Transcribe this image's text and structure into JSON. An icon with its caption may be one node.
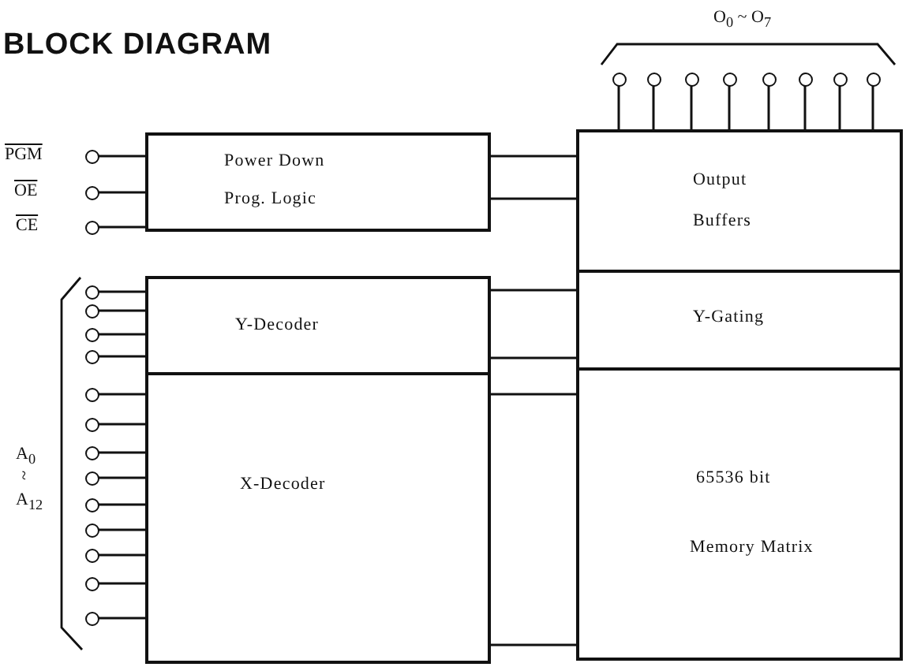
{
  "diagram": {
    "title": "BLOCK DIAGRAM",
    "nodes": [
      {
        "text": [
          "Power Down",
          "Prog. Logic"
        ]
      },
      {
        "text": [
          "Output",
          "Buffers"
        ]
      },
      {
        "text": [
          "Y-Decoder"
        ]
      },
      {
        "text": [
          "Y-Gating"
        ]
      },
      {
        "text": [
          "X-Decoder"
        ]
      },
      {
        "text": [
          "65536 bit",
          "Memory Matrix"
        ]
      },
      {
        "text": [],
        "shape": "circle"
      },
      {
        "text": [],
        "shape": "circle"
      },
      {
        "text": [],
        "shape": "circle"
      },
      {
        "text": [],
        "shape": "circle"
      },
      {
        "text": [],
        "shape": "circle"
      },
      {
        "text": [],
        "shape": "circle"
      },
      {
        "text": [],
        "shape": "circle"
      },
      {
        "text": [],
        "shape": "circle"
      },
      {
        "text": [],
        "shape": "circle"
      },
      {
        "text": [],
        "shape": "circle"
      },
      {
        "text": [],
        "shape": "circle"
      },
      {
        "text": [],
        "shape": "circle"
      },
      {
        "text": [],
        "shape": "circle"
      },
      {
        "text": [],
        "shape": "circle"
      },
      {
        "text": [],
        "shape": "circle"
      },
      {
        "text": [],
        "shape": "circle"
      },
      {
        "text": [],
        "shape": "circle"
      },
      {
        "text": [],
        "shape": "circle"
      },
      {
        "text": [],
        "shape": "circle"
      },
      {
        "text": [],
        "shape": "circle"
      },
      {
        "text": [],
        "shape": "circle"
      },
      {
        "text": [],
        "shape": "circle"
      },
      {
        "text": [],
        "shape": "circle"
      },
      {
        "text": [],
        "shape": "circle"
      }
    ],
    "edges": [
      {
        "from": 0,
        "to": 1,
        "arrow": "none"
      },
      {
        "from": 0,
        "to": 1,
        "arrow": "none"
      },
      {
        "from": 2,
        "to": 3,
        "arrow": "none"
      },
      {
        "from": 2,
        "to": 3,
        "arrow": "none"
      },
      {
        "from": 4,
        "to": 5,
        "arrow": "none"
      },
      {
        "from": 4,
        "to": 5,
        "arrow": "none"
      },
      {
        "from": 6,
        "to": 1,
        "arrow": "none"
      },
      {
        "from": 7,
        "to": 1,
        "arrow": "none"
      },
      {
        "from": 8,
        "to": 1,
        "arrow": "none"
      },
      {
        "from": 9,
        "to": 1,
        "arrow": "none"
      },
      {
        "from": 10,
        "to": 1,
        "arrow": "none"
      },
      {
        "from": 11,
        "to": 1,
        "arrow": "none"
      },
      {
        "from": 12,
        "to": 1,
        "arrow": "none"
      },
      {
        "from": 13,
        "to": 1,
        "arrow": "none"
      },
      {
        "from": 14,
        "to": 0,
        "arrow": "none"
      },
      {
        "from": 15,
        "to": 0,
        "arrow": "none"
      },
      {
        "from": 16,
        "to": 0,
        "arrow": "none"
      },
      {
        "from": 17,
        "to": 2,
        "arrow": "none"
      },
      {
        "from": 18,
        "to": 2,
        "arrow": "none"
      },
      {
        "from": 19,
        "to": 2,
        "arrow": "none"
      },
      {
        "from": 20,
        "to": 2,
        "arrow": "none"
      },
      {
        "from": 21,
        "to": 4,
        "arrow": "none"
      },
      {
        "from": 22,
        "to": 4,
        "arrow": "none"
      },
      {
        "from": 23,
        "to": 4,
        "arrow": "none"
      },
      {
        "from": 24,
        "to": 4,
        "arrow": "none"
      },
      {
        "from": 25,
        "to": 4,
        "arrow": "none"
      },
      {
        "from": 26,
        "to": 4,
        "arrow": "none"
      },
      {
        "from": 27,
        "to": 4,
        "arrow": "none"
      },
      {
        "from": 28,
        "to": 4,
        "arrow": "none"
      },
      {
        "from": 29,
        "to": 4,
        "arrow": "none"
      }
    ],
    "labels": [
      "O$_{0}$ ~ O$_{7}$",
      "PGM",
      "OE",
      "CE",
      "A$_{0}$",
      "~",
      "A$_{12}$"
    ]
  }
}
